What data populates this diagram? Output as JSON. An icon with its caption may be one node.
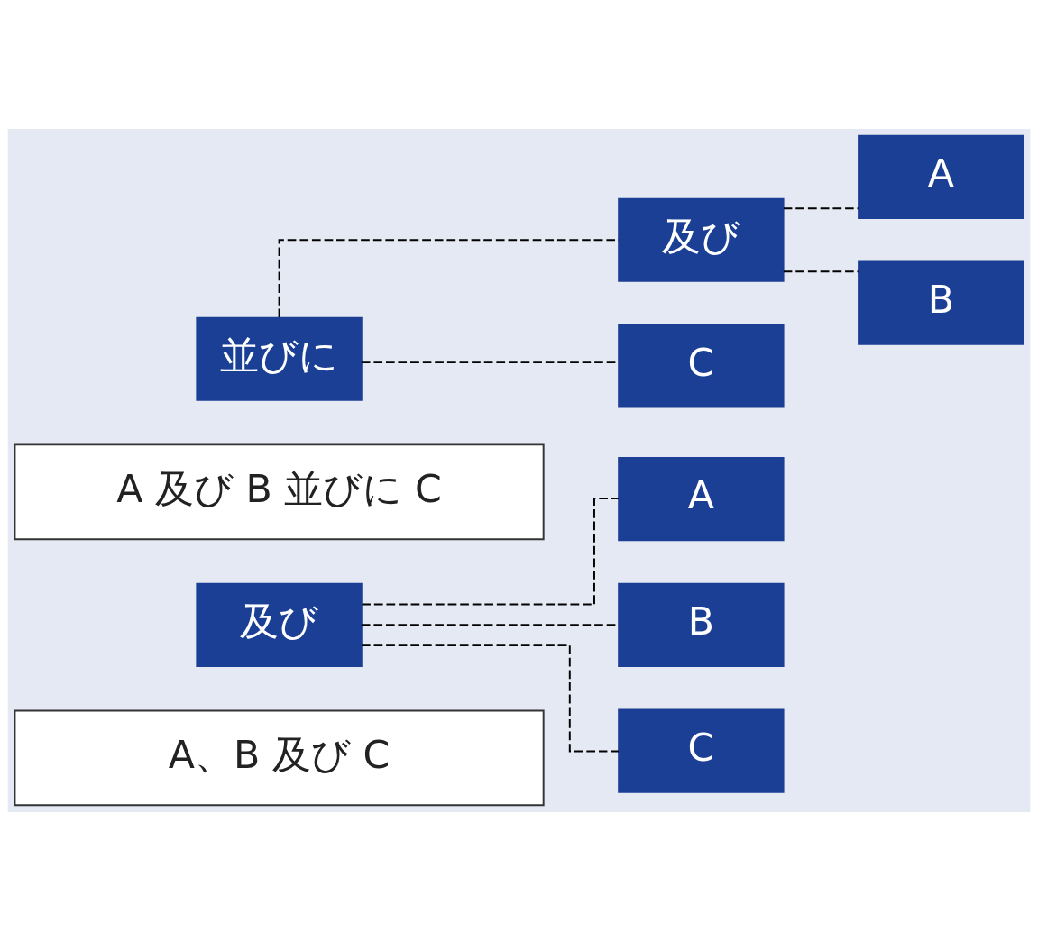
{
  "diagram": {
    "nodes": [
      {
        "text": [
          "A、B 及び C"
        ]
      },
      {
        "text": [
          "及び"
        ]
      },
      {
        "text": [
          "A"
        ]
      },
      {
        "text": [
          "B"
        ]
      },
      {
        "text": [
          "C"
        ]
      },
      {
        "text": [
          "A 及び B 並びに C"
        ]
      },
      {
        "text": [
          "並びに"
        ]
      },
      {
        "text": [
          "及び"
        ]
      },
      {
        "text": [
          "A"
        ]
      },
      {
        "text": [
          "B"
        ]
      },
      {
        "text": [
          "C"
        ]
      }
    ],
    "edges": [
      {
        "from": 1,
        "to": 2,
        "arrow": "none",
        "style": "dashed"
      },
      {
        "from": 1,
        "to": 3,
        "arrow": "none",
        "style": "dashed"
      },
      {
        "from": 1,
        "to": 4,
        "arrow": "none",
        "style": "dashed"
      },
      {
        "from": 6,
        "to": 7,
        "arrow": "none",
        "style": "dashed"
      },
      {
        "from": 6,
        "to": 10,
        "arrow": "none",
        "style": "dashed"
      },
      {
        "from": 7,
        "to": 8,
        "arrow": "none",
        "style": "dashed"
      },
      {
        "from": 7,
        "to": 9,
        "arrow": "none",
        "style": "dashed"
      }
    ]
  }
}
